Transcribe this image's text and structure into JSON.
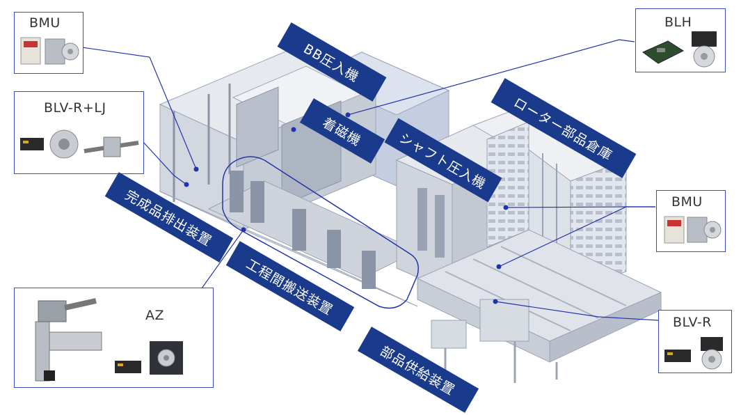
{
  "colors": {
    "banner_bg": "#1a3a8c",
    "banner_text": "#ffffff",
    "leader_line": "#2233aa",
    "box_border": "#3a4fbf",
    "machine_frame": "#c9ced6",
    "machine_panel": "#b7bfcc",
    "tower": "#c5cde0"
  },
  "product_boxes": {
    "bmu_top": {
      "title": "BMU",
      "icons": [
        "speed-controller-icon",
        "gear-motor-icon"
      ]
    },
    "blv_r_lj": {
      "title": "BLV-R+LJ",
      "icons": [
        "driver-icon",
        "motor-icon",
        "linear-head-icon"
      ]
    },
    "az": {
      "title": "AZ",
      "icons": [
        "robot-arm-icon",
        "driver-icon",
        "stepper-motor-icon"
      ]
    },
    "blh": {
      "title": "BLH",
      "icons": [
        "driver-board-icon",
        "gear-motor-icon"
      ]
    },
    "bmu_right": {
      "title": "BMU",
      "icons": [
        "speed-controller-icon",
        "gear-motor-icon"
      ]
    },
    "blv_r": {
      "title": "BLV-R",
      "icons": [
        "driver-icon",
        "gear-motor-icon"
      ]
    }
  },
  "banners": {
    "bb_press": "BB圧入機",
    "magnetizer": "着磁機",
    "finished_discharge": "完成品排出装置",
    "inter_process_transfer": "工程間搬送装置",
    "shaft_press": "シャフト圧入機",
    "rotor_parts_storage": "ローター部品倉庫",
    "parts_supply": "部品供給装置"
  }
}
